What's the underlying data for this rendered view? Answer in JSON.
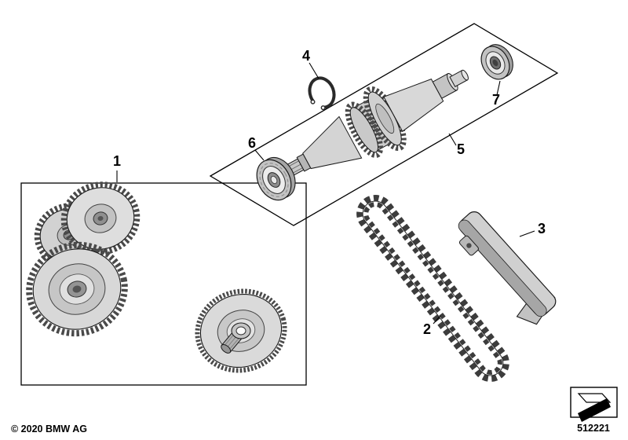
{
  "callouts": [
    "1",
    "2",
    "3",
    "4",
    "5",
    "6",
    "7"
  ],
  "footer": {
    "copyright": "© 2020 BMW AG",
    "part_number": "512221"
  },
  "icons": {
    "thumbnail": "main-picture-arrow-icon"
  },
  "colors": {
    "background": "#ffffff",
    "line": "#000000",
    "part_light": "#d8d8d8",
    "part_mid": "#c0c0c0",
    "part_dark": "#8f8f8f"
  }
}
